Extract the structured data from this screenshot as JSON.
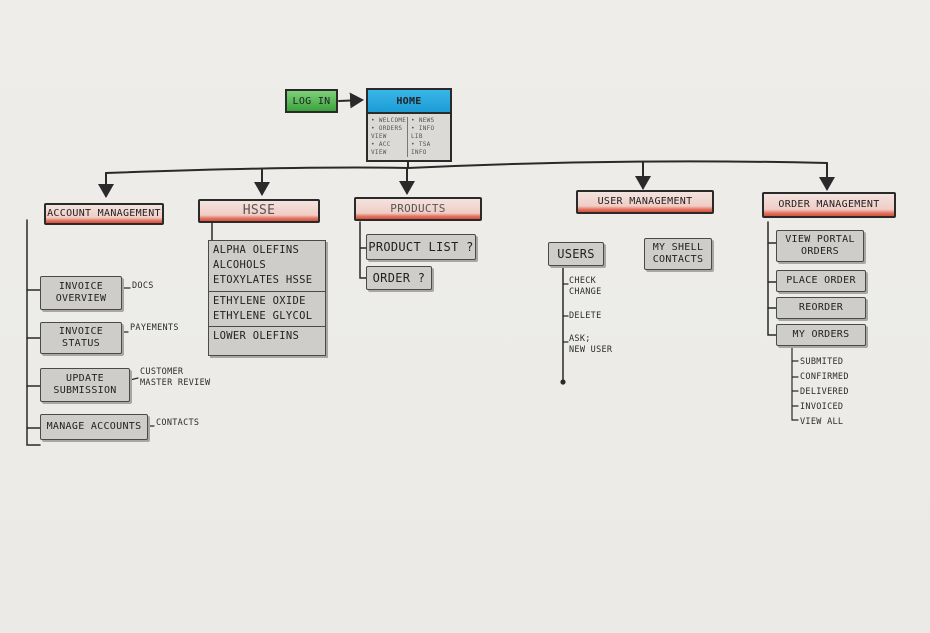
{
  "login": {
    "label": "LOG IN"
  },
  "home": {
    "title": "HOME",
    "left": [
      "• WELCOME",
      "• ORDERS",
      "  VIEW",
      "• ACC",
      "  VIEW"
    ],
    "right": [
      "• NEWS",
      "• INFO",
      "  LIB",
      "• TSA",
      "  INFO"
    ]
  },
  "sections": {
    "account": "ACCOUNT MANAGEMENT",
    "hsse": "HSSE",
    "products": "PRODUCTS",
    "users": "USER MANAGEMENT",
    "orders": "ORDER MANAGEMENT"
  },
  "account": {
    "pages": [
      {
        "lines": [
          "INVOICE",
          "OVERVIEW"
        ],
        "note": [
          "DOCS"
        ]
      },
      {
        "lines": [
          "INVOICE",
          "STATUS"
        ],
        "note": [
          "PAYEMENTS"
        ]
      },
      {
        "lines": [
          "UPDATE",
          "SUBMISSION"
        ],
        "note": [
          "CUSTOMER",
          "MASTER REVIEW"
        ]
      },
      {
        "lines": [
          "MANAGE ACCOUNTS"
        ],
        "note": [
          "CONTACTS"
        ]
      }
    ]
  },
  "hsse": {
    "group1": [
      "ALPHA OLEFINS",
      "ALCOHOLS",
      "ETOXYLATES HSSE"
    ],
    "group2": [
      "ETHYLENE OXIDE",
      "ETHYLENE GLYCOL"
    ],
    "group3": [
      "LOWER OLEFINS"
    ]
  },
  "products": {
    "items": [
      "PRODUCT LIST ?",
      "ORDER ?"
    ]
  },
  "users": {
    "users_label": "USERS",
    "shell_contacts": [
      "MY SHELL",
      "CONTACTS"
    ],
    "actions": [
      [
        "CHECK",
        "CHANGE"
      ],
      [
        "DELETE"
      ],
      [
        "ASK;",
        "NEW USER"
      ]
    ]
  },
  "orders": {
    "items": [
      [
        "VIEW PORTAL",
        "ORDERS"
      ],
      [
        "PLACE ORDER"
      ],
      [
        "REORDER"
      ],
      [
        "MY ORDERS"
      ]
    ],
    "statuses": [
      "SUBMITED",
      "CONFIRMED",
      "DELIVERED",
      "INVOICED",
      "VIEW ALL"
    ]
  }
}
